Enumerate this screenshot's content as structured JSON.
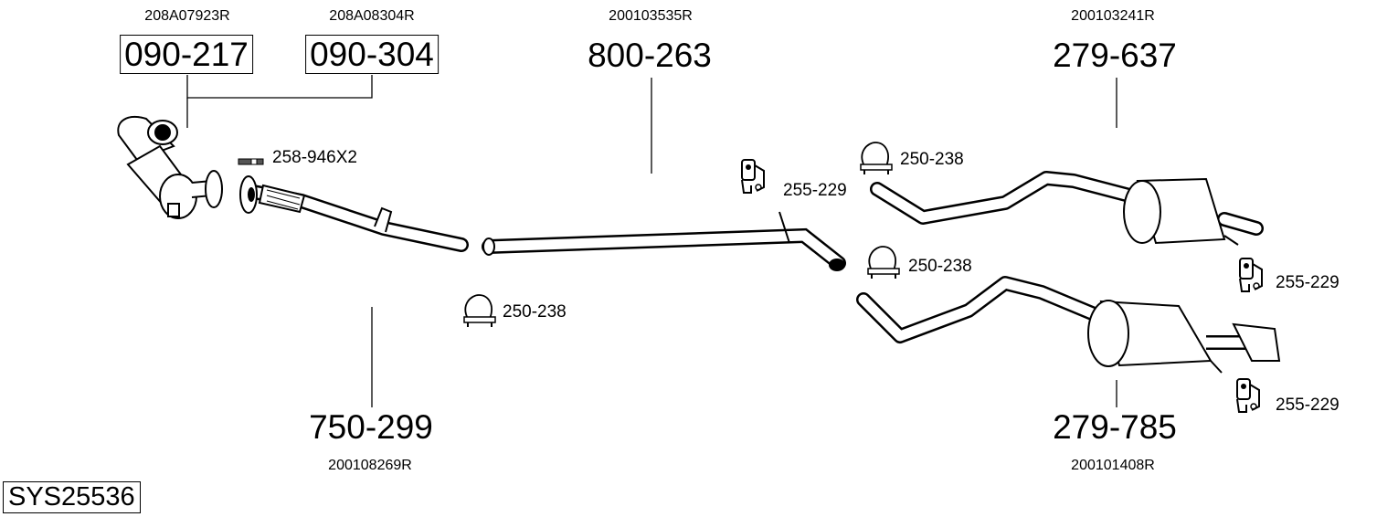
{
  "system_code": "SYS25536",
  "parts": [
    {
      "number": "090-217",
      "oem": "208A07923R"
    },
    {
      "number": "090-304",
      "oem": "208A08304R"
    },
    {
      "number": "800-263",
      "oem": "200103535R"
    },
    {
      "number": "279-637",
      "oem": "200103241R"
    },
    {
      "number": "750-299",
      "oem": "200108269R"
    },
    {
      "number": "279-785",
      "oem": "200101408R"
    }
  ],
  "accessories": [
    {
      "number": "258-946X2",
      "icon": "bolt-icon"
    },
    {
      "number": "255-229",
      "icon": "rubber-mount-icon"
    },
    {
      "number": "250-238",
      "icon": "clamp-icon"
    },
    {
      "number": "250-238",
      "icon": "clamp-icon"
    },
    {
      "number": "250-238",
      "icon": "clamp-icon"
    },
    {
      "number": "255-229",
      "icon": "rubber-mount-icon"
    },
    {
      "number": "255-229",
      "icon": "rubber-mount-icon"
    }
  ]
}
